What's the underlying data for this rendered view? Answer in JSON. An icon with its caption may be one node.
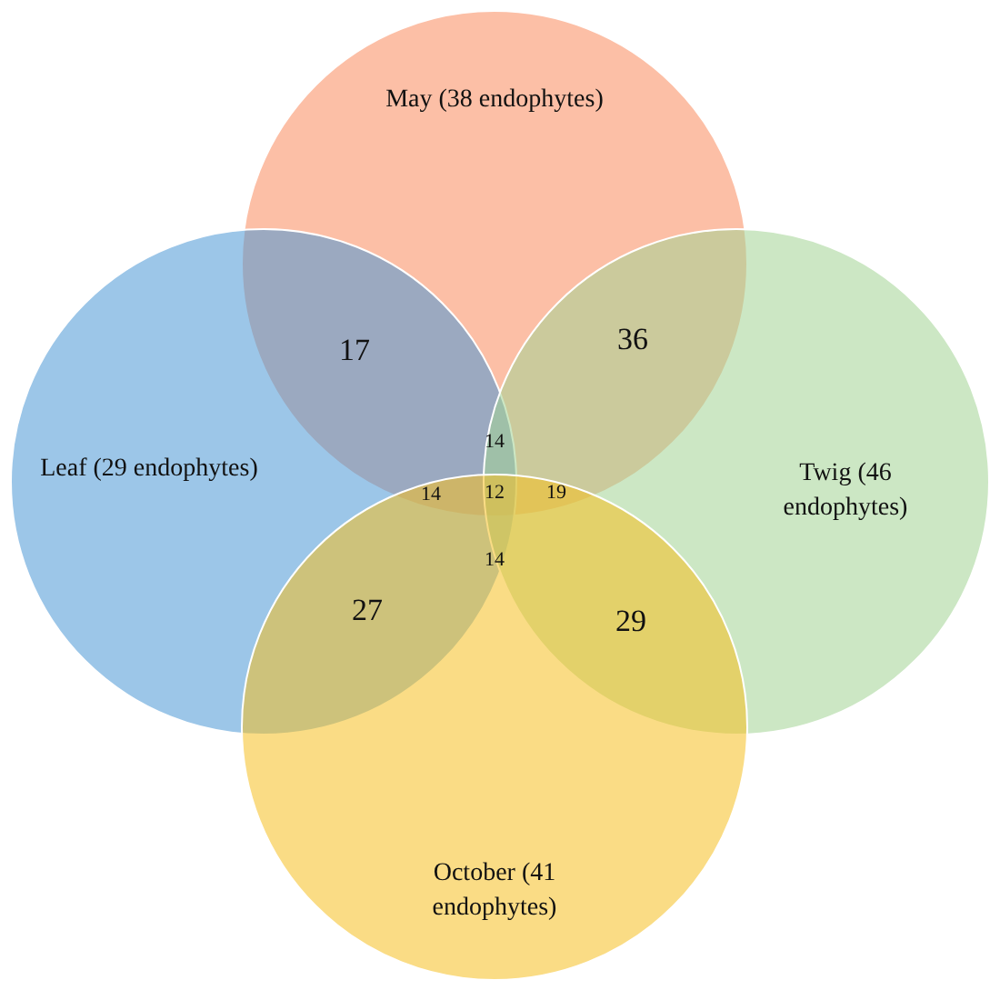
{
  "diagram": {
    "nodes": [
      {
        "text": [
          "May (38 endophytes)"
        ]
      },
      {
        "text": [
          "Leaf (29 endophytes)"
        ]
      },
      {
        "text": [
          "Twig (46 endophytes)"
        ]
      },
      {
        "text": [
          "October (41 endophytes)"
        ]
      }
    ],
    "labels": [
      "17",
      "36",
      "14",
      "14",
      "12",
      "19",
      "27",
      "14",
      "29"
    ]
  }
}
